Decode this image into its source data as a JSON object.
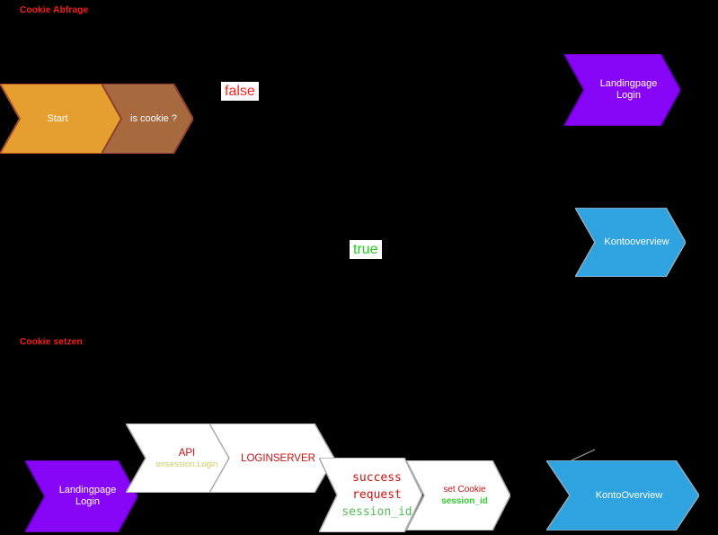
{
  "sections": {
    "cookie_abfrage": "Cookie Abfrage",
    "cookie_setzen": "Cookie setzen"
  },
  "branch_labels": {
    "false_label": "false",
    "true_label": "true"
  },
  "flow_cookie_abfrage": {
    "start": "Start",
    "is_cookie": "is cookie ?",
    "landingpage_line1": "Landingpage",
    "landingpage_line2": "Login",
    "kontooverview": "Kontooverview"
  },
  "flow_cookie_setzen": {
    "landingpage_line1": "Landingpage",
    "landingpage_line2": "Login",
    "api": "API",
    "api_sub": "onsession:Login",
    "loginserver": "LOGINSERVER",
    "success_line1": "success",
    "success_line2": "request",
    "success_line3": "session_id",
    "set_cookie": "set Cookie",
    "set_cookie_sub": "session_id",
    "kontooverview": "KontoOverview"
  },
  "colors": {
    "background": "#000000",
    "orange_shape": "#E49F2E",
    "brown_shape": "#A9693F",
    "purple_shape": "#8806F8",
    "blue_shape": "#2FA3DF",
    "white_shape": "#FFFFFF",
    "section_label_red": "#FF1A1A",
    "red_text": "#CC1111",
    "green_text": "#33CC33",
    "khaki_text": "#CCCC66",
    "false_red": "#FF2222",
    "true_green": "#22CC22"
  }
}
